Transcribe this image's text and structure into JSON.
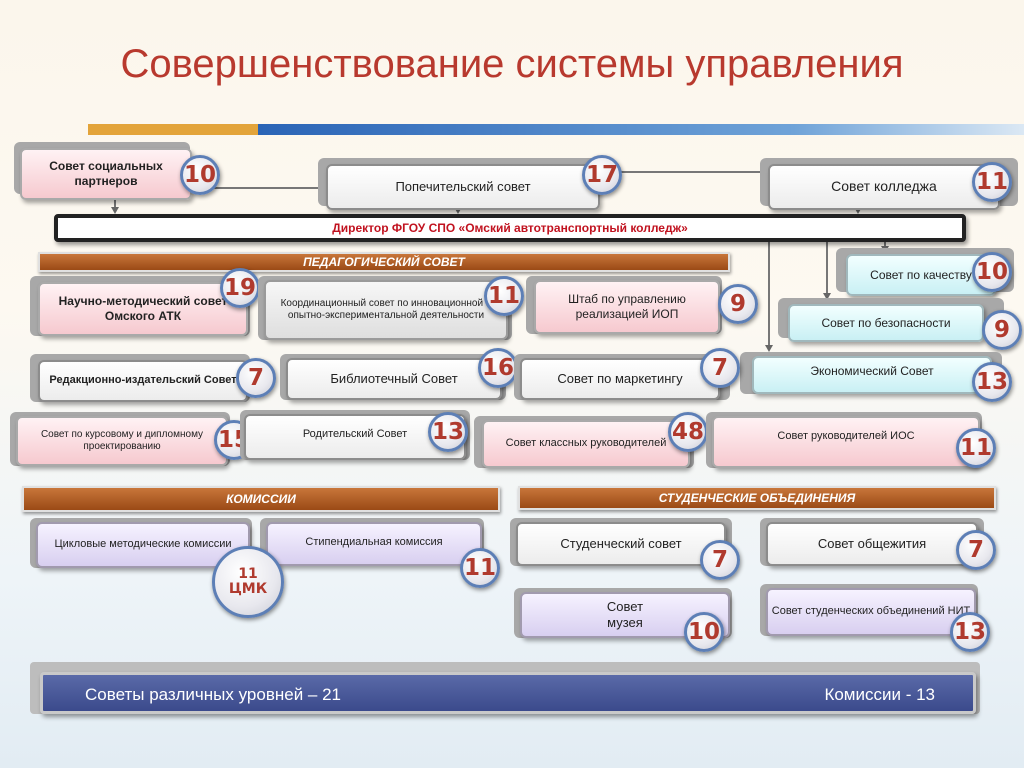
{
  "title": "Совершенствование системы управления",
  "top": {
    "social": "Совет социальных партнеров",
    "trustees": "Попечительский совет",
    "college": "Совет колледжа"
  },
  "director": "Директор  ФГОУ СПО «Омский автотранспортный колледж»",
  "ped_council": "ПЕДАГОГИЧЕСКИЙ СОВЕТ",
  "right": {
    "quality": "Совет по качеству",
    "security": "Совет по безопасности",
    "economic": "Экономический Совет"
  },
  "row1": {
    "nms": "Научно-методический совет Омского АТК",
    "coord": "Координационный совет по инновационной и опытно-экспериментальной  деятельности",
    "iop": "Штаб по управлению реализацией ИОП"
  },
  "row2": {
    "editorial": "Редакционно-издательский Совет",
    "library": "Библиотечный Совет",
    "marketing": "Совет по маркетингу"
  },
  "row3": {
    "coursework": "Совет по курсовому и дипломному проектированию",
    "parents": "Родительский Совет",
    "class_heads": "Совет классных руководителей",
    "ios_heads": "Совет руководителей ИОС"
  },
  "commissions": {
    "banner": "КОМИССИИ",
    "cyclic": "Цикловые методические комиссии",
    "stipend": "Стипендиальная комиссия",
    "cmk_badge": "11 ЦМК"
  },
  "student": {
    "banner": "СТУДЕНЧЕСКИЕ ОБЪЕДИНЕНИЯ",
    "council": "Студенческий совет",
    "dorm": "Совет общежития",
    "museum": "Совет музея",
    "nit": "Совет студенческих объединений НИТ"
  },
  "badges": {
    "social": "10",
    "trustees": "17",
    "college": "11",
    "quality": "10",
    "security": "9",
    "economic": "13",
    "nms": "19",
    "coord": "11",
    "iop": "9",
    "editorial": "7",
    "library": "16",
    "marketing": "7",
    "coursework": "15",
    "parents": "13",
    "class_heads": "48",
    "ios_heads": "11",
    "stipend": "11",
    "council": "7",
    "dorm": "7",
    "museum": "10",
    "nit": "13"
  },
  "footer": {
    "left": "Советы различных уровней – 21",
    "right": "Комиссии - 13"
  },
  "colors": {
    "title": "#b8392e",
    "director_text": "#c1121f",
    "banner": "#b35f28",
    "badge_border": "#5d7fb6",
    "footer": "#4a5a9a"
  }
}
